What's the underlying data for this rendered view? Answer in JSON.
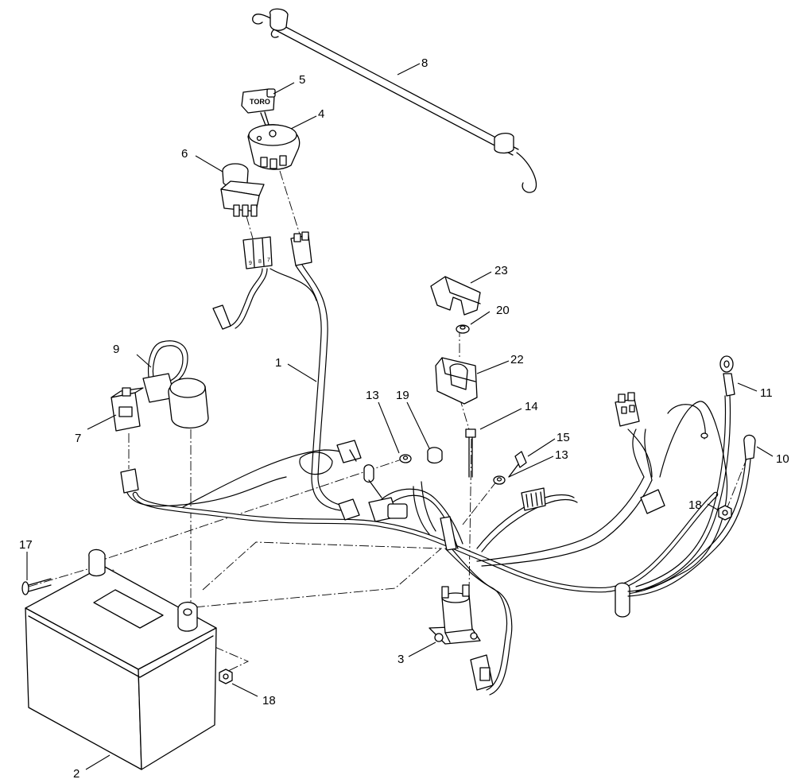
{
  "diagram": {
    "key_brand_text": "TORO",
    "switch_terminal_labels": [
      "9",
      "8",
      "7"
    ],
    "battery_polarity_label": "+",
    "callouts": [
      {
        "id": "c1",
        "label": "1"
      },
      {
        "id": "c2",
        "label": "2"
      },
      {
        "id": "c3",
        "label": "3"
      },
      {
        "id": "c4",
        "label": "4"
      },
      {
        "id": "c5",
        "label": "5"
      },
      {
        "id": "c6",
        "label": "6"
      },
      {
        "id": "c7",
        "label": "7"
      },
      {
        "id": "c8",
        "label": "8"
      },
      {
        "id": "c9",
        "label": "9"
      },
      {
        "id": "c10",
        "label": "10"
      },
      {
        "id": "c11",
        "label": "11"
      },
      {
        "id": "c13a",
        "label": "13"
      },
      {
        "id": "c13b",
        "label": "13"
      },
      {
        "id": "c14",
        "label": "14"
      },
      {
        "id": "c15",
        "label": "15"
      },
      {
        "id": "c17",
        "label": "17"
      },
      {
        "id": "c18a",
        "label": "18"
      },
      {
        "id": "c18b",
        "label": "18"
      },
      {
        "id": "c19",
        "label": "19"
      },
      {
        "id": "c20",
        "label": "20"
      },
      {
        "id": "c22",
        "label": "22"
      },
      {
        "id": "c23",
        "label": "23"
      }
    ]
  }
}
